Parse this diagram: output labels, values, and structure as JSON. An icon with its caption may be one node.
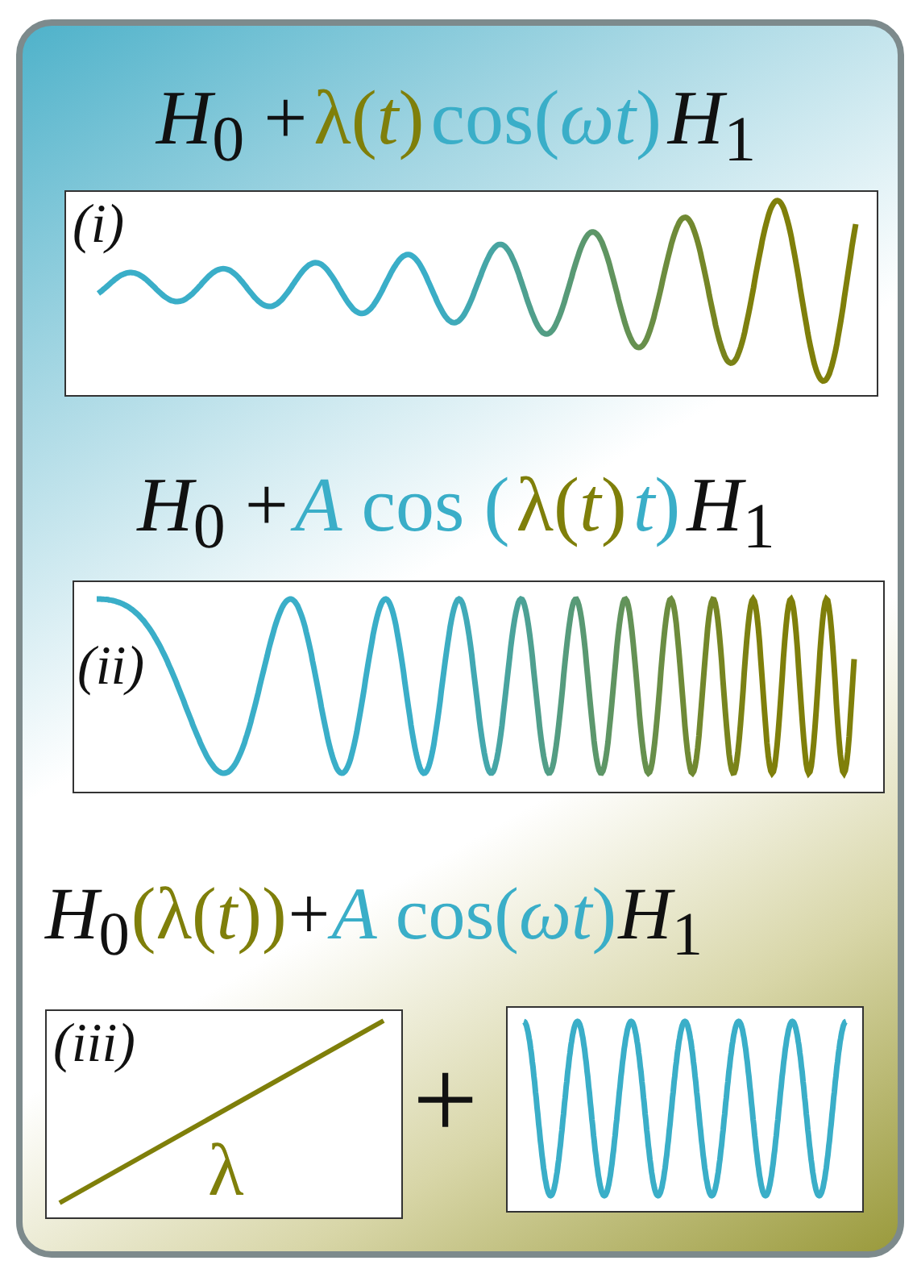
{
  "diagram": {
    "nodes": [
      {
        "text": [
          "(i)"
        ]
      },
      {
        "text": [
          "(ii)"
        ]
      },
      {
        "text": [
          "(iii)",
          "λ"
        ]
      },
      {
        "text": [],
        "shape": "box"
      }
    ],
    "labels": [
      "*H*$_{0}$ +",
      "λ(*t*)",
      "cos(*ωt*)",
      "*H*$_{1}$",
      "*H*$_{0}$ +",
      "*A* cos (",
      "λ(*t*)",
      "*t*)",
      "*H*$_{1}$",
      "*H*$_{0}$",
      "(λ(*t*))",
      "+",
      "*A* cos(*ωt*)",
      "*H*$_{1}$",
      "+"
    ]
  }
}
